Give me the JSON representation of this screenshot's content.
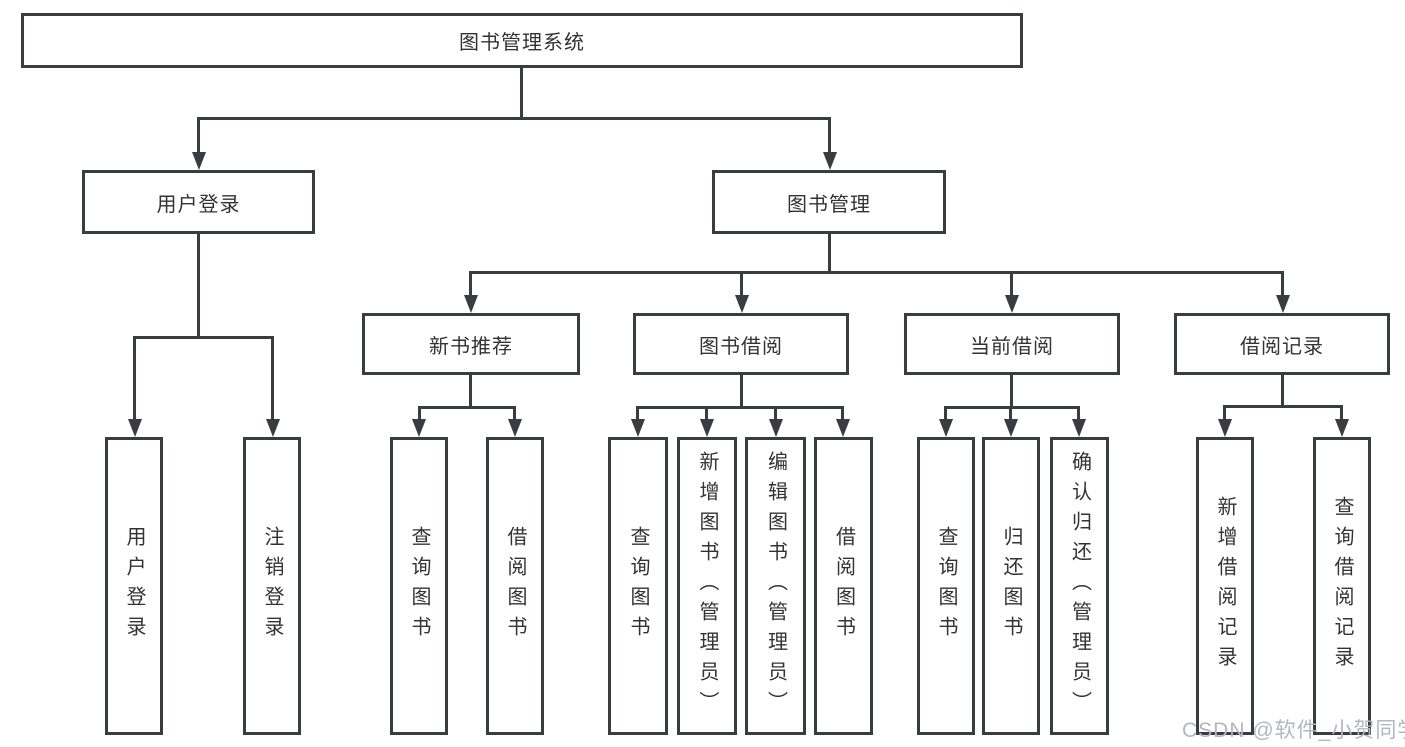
{
  "diagram": {
    "title": "图书管理系统",
    "level2": {
      "user_login": "用户登录",
      "book_management": "图书管理"
    },
    "level3": {
      "new_book_recommend": "新书推荐",
      "book_borrow": "图书借阅",
      "current_borrow": "当前借阅",
      "borrow_record": "借阅记录"
    },
    "leaves": {
      "user_login": [
        "用户登录",
        "注销登录"
      ],
      "new_book_recommend": [
        "查询图书",
        "借阅图书"
      ],
      "book_borrow": [
        "查询图书",
        "新增图书（管理员）",
        "编辑图书（管理员）",
        "借阅图书"
      ],
      "current_borrow": [
        "查询图书",
        "归还图书",
        "确认归还（管理员）"
      ],
      "borrow_record": [
        "新增借阅记录",
        "查询借阅记录"
      ]
    },
    "colors": {
      "line": "#393c40",
      "text": "#333333",
      "background": "#ffffff",
      "watermark": "#b3b7bd"
    },
    "watermark": "CSDN @软件_小贺同学"
  }
}
